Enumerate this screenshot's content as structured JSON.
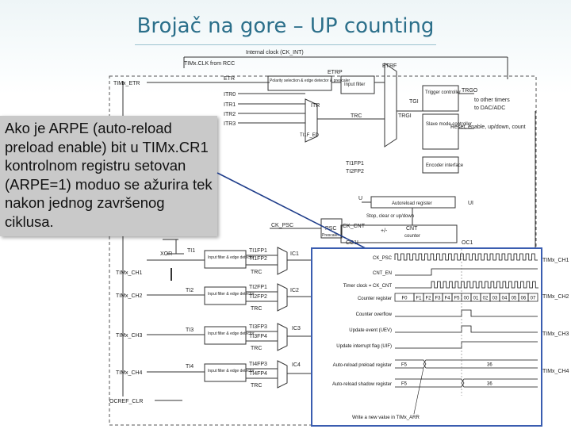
{
  "slide": {
    "title": "Brojač na gore – UP counting",
    "callout": "Ako je ARPE (auto-reload preload enable) bit u TIMx.CR1 kontrolnom registru setovan (ARPE=1) moduo se ažurira tek nakon jednog završenog ciklusa."
  },
  "block_diagram": {
    "internal_clock": "Internal clock (CK_INT)",
    "timx_clk": "TIMx.CLK from RCC",
    "timx_etr": "TIMx_ETR",
    "etr": "ETR",
    "etrp": "ETRP",
    "etrf": "ETRF",
    "polarity_block": "Polarity selection & edge detector & prescaler",
    "input_filter": "Input filter",
    "itr0": "ITR0",
    "itr1": "ITR1",
    "itr2": "ITR2",
    "itr3": "ITR3",
    "itr": "ITR",
    "trc": "TRC",
    "tgi": "TGI",
    "trgi": "TRGI",
    "trgo": "TRGO",
    "trigger_controller": "Trigger controller",
    "to_other_timers": "to other timers",
    "to_dac_adc": "to DAC/ADC",
    "slave_mode": "Slave mode controller",
    "reset_enable": "Reset, enable, up/down, count",
    "encoder": "Encoder interface",
    "ti1fp1": "TI1FP1",
    "ti2fp2": "TI2FP2",
    "ti1f_ed": "TI1F_ED",
    "u_label": "U",
    "ui_label": "UI",
    "autoreload": "Autoreload register",
    "stop_clear": "Stop, clear or up/down",
    "ck_psc": "CK_PSC",
    "psc": "PSC",
    "prescaler": "Prescaler",
    "ck_cnt": "CK_CNT",
    "cnt": "CNT",
    "counter": "counter",
    "plus_minus": "+/-",
    "cc1i": "CC1I",
    "oc1": "OC1",
    "xor": "XOR",
    "ti1": "TI1",
    "ti2": "TI2",
    "ti3": "TI3",
    "ti4": "TI4",
    "input_filter_edge": "Input filter & edge detector",
    "ti1fp1_b": "TI1FP1",
    "ti1fp2": "TI1FP2",
    "ti2fp1": "TI2FP1",
    "ti2fp2_b": "TI2FP2",
    "ti3fp3": "TI3FP3",
    "ti3fp4": "TI3FP4",
    "ti4fp3": "TI4FP3",
    "ti4fp4": "TI4FP4",
    "ic1": "IC1",
    "ic2": "IC2",
    "ic3": "IC3",
    "ic4": "IC4",
    "timx_ch1": "TIMx_CH1",
    "timx_ch2": "TIMx_CH2",
    "timx_ch3": "TIMx_CH3",
    "timx_ch4": "TIMx_CH4",
    "ocref_clr": "OCREF_CLR",
    "out_ch1": "TIMx_CH1",
    "out_ch2": "TIMx_CH2",
    "out_ch3": "TIMx_CH3",
    "out_ch4": "TIMx_CH4"
  },
  "timing": {
    "signals": [
      "CK_PSC",
      "CNT_EN",
      "Timer clock = CK_CNT",
      "Counter register",
      "Counter overflow",
      "Update event (UEV)",
      "Update interrupt flag (UIF)",
      "Auto-reload preload register",
      "Auto-reload shadow register"
    ],
    "counter_values": [
      "F0",
      "F1",
      "F2",
      "F3",
      "F4",
      "F5",
      "00",
      "01",
      "02",
      "03",
      "04",
      "05",
      "06",
      "07"
    ],
    "preload_values": [
      "F5",
      "36"
    ],
    "shadow_values": [
      "F5",
      "36"
    ],
    "note": "Write a new value in TIMx_ARR"
  }
}
